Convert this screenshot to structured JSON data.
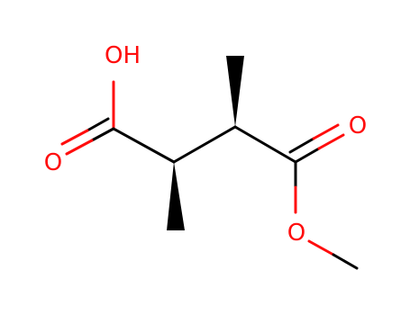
{
  "molecule": {
    "atom_labels": {
      "hydroxyl": "OH",
      "acid_carbonyl_oxygen": "O",
      "ester_carbonyl_oxygen": "O",
      "ester_oxygen": "O"
    },
    "colors": {
      "bond": "#000000",
      "heteroatom": "#ff0d0d",
      "background": "#ffffff"
    }
  }
}
